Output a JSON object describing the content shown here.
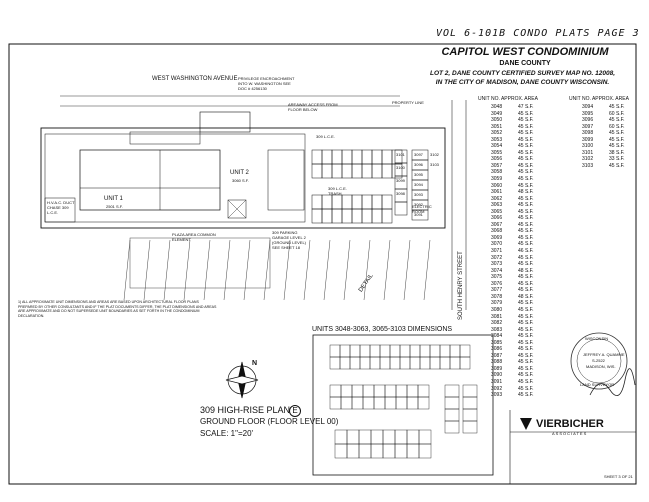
{
  "header_handwritten": "VOL 6-101B CONDO PLATS PAGE 3",
  "title": {
    "name": "CAPITOL WEST CONDOMINIUM",
    "county": "DANE COUNTY",
    "line1": "LOT 2, DANE COUNTY CERTIFIED SURVEY MAP NO. 12008,",
    "line2": "IN THE CITY OF MADISON, DANE COUNTY WISCONSIN."
  },
  "labels": {
    "street_top": "WEST WASHINGTON AVENUE",
    "street_side": "SOUTH HENRY STREET",
    "privilege": "PRIVILEGE ENCROACHMENT INTO W. WASHINGTON SEE DOC # 4256130",
    "areaway": "AREAWAY ACCESS FROM FLOOR BELOW",
    "property_line": "PROPERTY LINE",
    "unit2": "UNIT 2",
    "unit2_area": "3060 S.F.",
    "unit1": "UNIT 1",
    "unit1_area": "2501 S.F.",
    "hvac": "H.V.A.C. DUCT CHASE 309 L.C.E.",
    "plaza": "PLAZA AREA COMMON ELEMENT",
    "garage": "309 PARKING GARAGE LEVEL 2 (GROUND LEVEL) SEE SHEET 18",
    "trash": "309 L.C.E. TRASH",
    "electric": "ELECTRIC ROOM",
    "lce_top": "309 L.C.E.",
    "detail": "DETAIL",
    "units_dims": "UNITS 3048-3063, 3065-3103 DIMENSIONS"
  },
  "table_header": "UNIT NO. APPROX. AREA",
  "units_col1": [
    [
      "3048",
      "47 S.F."
    ],
    [
      "3049",
      "45 S.F."
    ],
    [
      "3050",
      "45 S.F."
    ],
    [
      "3051",
      "45 S.F."
    ],
    [
      "3052",
      "45 S.F."
    ],
    [
      "3053",
      "45 S.F."
    ],
    [
      "3054",
      "45 S.F."
    ],
    [
      "3055",
      "45 S.F."
    ],
    [
      "3056",
      "45 S.F."
    ],
    [
      "3057",
      "45 S.F."
    ],
    [
      "3058",
      "45 S.F."
    ],
    [
      "3059",
      "45 S.F."
    ],
    [
      "3060",
      "45 S.F."
    ],
    [
      "3061",
      "48 S.F."
    ],
    [
      "3062",
      "45 S.F."
    ],
    [
      "3063",
      "45 S.F."
    ],
    [
      "3065",
      "45 S.F."
    ],
    [
      "3066",
      "45 S.F."
    ],
    [
      "3067",
      "45 S.F."
    ],
    [
      "3068",
      "45 S.F."
    ],
    [
      "3069",
      "45 S.F."
    ],
    [
      "3070",
      "45 S.F."
    ],
    [
      "3071",
      "46 S.F."
    ],
    [
      "3072",
      "45 S.F."
    ],
    [
      "3073",
      "45 S.F."
    ],
    [
      "3074",
      "48 S.F."
    ],
    [
      "3075",
      "45 S.F."
    ],
    [
      "3076",
      "45 S.F."
    ],
    [
      "3077",
      "45 S.F."
    ],
    [
      "3078",
      "48 S.F."
    ],
    [
      "3079",
      "45 S.F."
    ],
    [
      "3080",
      "45 S.F."
    ],
    [
      "3081",
      "45 S.F."
    ],
    [
      "3082",
      "45 S.F."
    ],
    [
      "3083",
      "45 S.F."
    ],
    [
      "3084",
      "45 S.F."
    ],
    [
      "3085",
      "45 S.F."
    ],
    [
      "3086",
      "45 S.F."
    ],
    [
      "3087",
      "45 S.F."
    ],
    [
      "3088",
      "45 S.F."
    ],
    [
      "3089",
      "45 S.F."
    ],
    [
      "3090",
      "45 S.F."
    ],
    [
      "3091",
      "45 S.F."
    ],
    [
      "3092",
      "45 S.F."
    ],
    [
      "3093",
      "45 S.F."
    ]
  ],
  "units_col2": [
    [
      "3094",
      "45 S.F."
    ],
    [
      "3095",
      "60 S.F."
    ],
    [
      "3096",
      "45 S.F."
    ],
    [
      "3097",
      "60 S.F."
    ],
    [
      "3098",
      "45 S.F."
    ],
    [
      "3099",
      "45 S.F."
    ],
    [
      "3100",
      "45 S.F."
    ],
    [
      "3101",
      "38 S.F."
    ],
    [
      "3102",
      "33 S.F."
    ],
    [
      "3103",
      "45 S.F."
    ]
  ],
  "notes_text": "1) ALL APPROXIMATE UNIT DIMENSIONS AND AREAS ARE BASED UPON ARCHITECTURAL FLOOR PLANS PREPARED BY OTHER CONSULTANTS AND IF THE PLAT DOCUMENTS DIFFER, THE PLAT DIMENSIONS AND AREAS ARE APPROXIMATE AND DO NOT SUPERSEDE UNIT BOUNDARIES AS SET FORTH IN THE CONDOMINIUM DECLARATION.",
  "plan_title": {
    "line1": "309 HIGH-RISE PLAN",
    "marker": "E",
    "line2": "GROUND FLOOR (FLOOR LEVEL 00)",
    "scale": "SCALE: 1\"=20'"
  },
  "firm": {
    "name": "VIERBICHER",
    "sub": "ASSOCIATES",
    "sheet": "SHEET 3 OF 21"
  },
  "seal": {
    "top": "WISCONSIN",
    "name": "JEFFREY A. QUAMME",
    "num": "S-2522",
    "city": "MADISON, WIS.",
    "bottom": "LAND SURVEYOR"
  },
  "compass_label": "N",
  "plan_units": [
    "3097",
    "3096",
    "3095",
    "3094",
    "3093",
    "3092",
    "3091",
    "3101",
    "3100",
    "3099",
    "3098",
    "3102",
    "3103"
  ]
}
